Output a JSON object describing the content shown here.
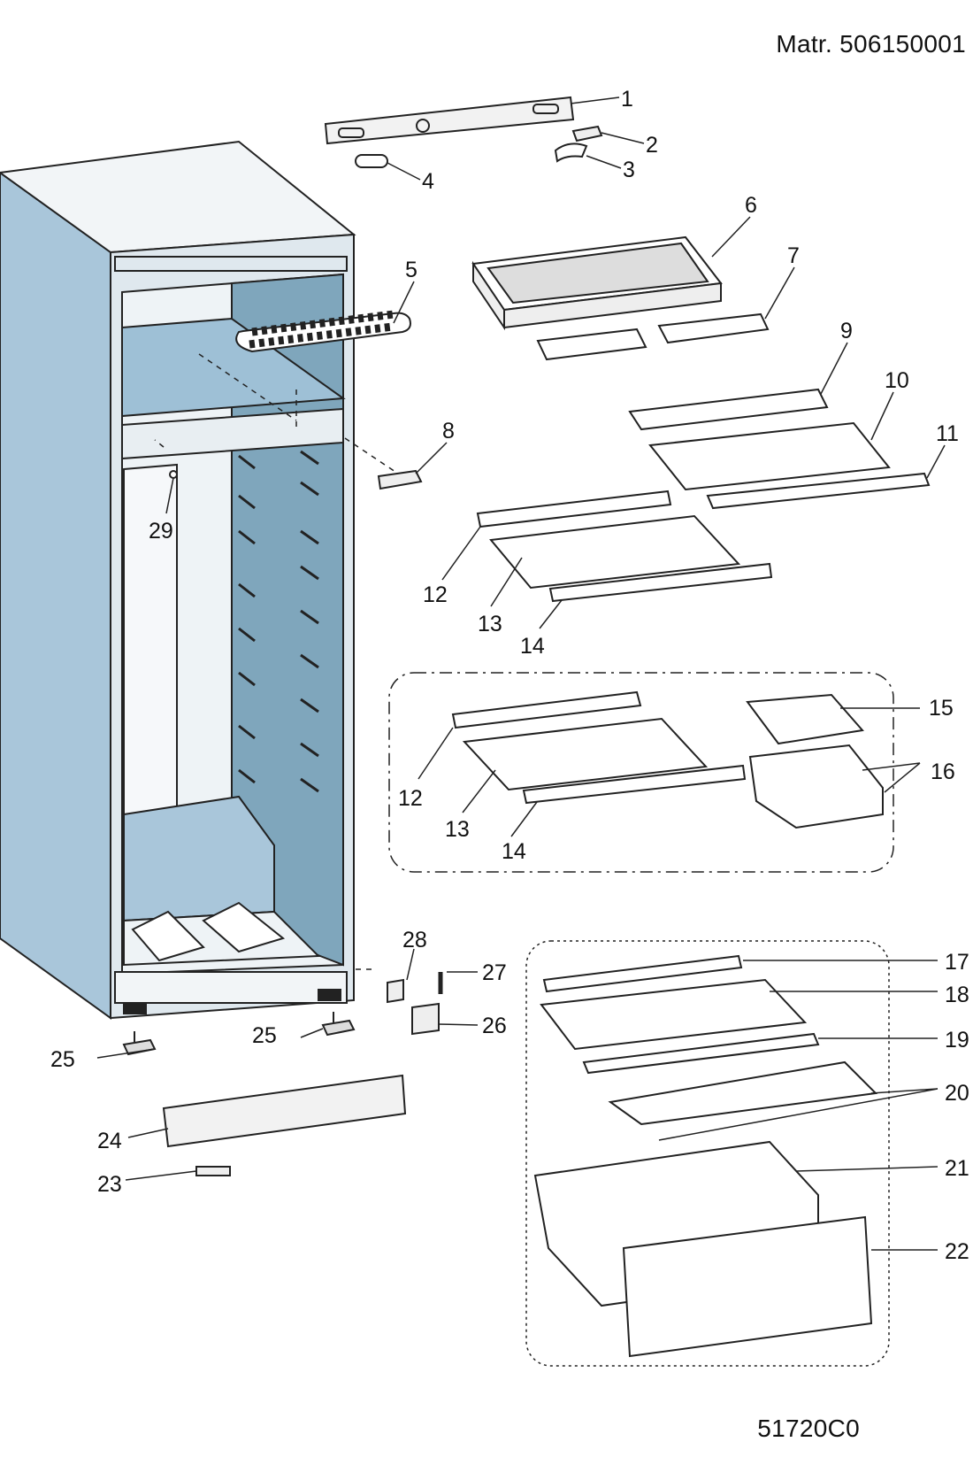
{
  "header": {
    "material_number": "Matr. 506150001"
  },
  "footer": {
    "drawing_code": "51720C0"
  },
  "callouts": [
    {
      "num": "1"
    },
    {
      "num": "2"
    },
    {
      "num": "3"
    },
    {
      "num": "4"
    },
    {
      "num": "5"
    },
    {
      "num": "6"
    },
    {
      "num": "7"
    },
    {
      "num": "8"
    },
    {
      "num": "9"
    },
    {
      "num": "10"
    },
    {
      "num": "11"
    },
    {
      "num": "12"
    },
    {
      "num": "13"
    },
    {
      "num": "14"
    },
    {
      "num": "29"
    },
    {
      "num": "12"
    },
    {
      "num": "13"
    },
    {
      "num": "14"
    },
    {
      "num": "15"
    },
    {
      "num": "16"
    },
    {
      "num": "28"
    },
    {
      "num": "27"
    },
    {
      "num": "26"
    },
    {
      "num": "25"
    },
    {
      "num": "25"
    },
    {
      "num": "24"
    },
    {
      "num": "23"
    },
    {
      "num": "17"
    },
    {
      "num": "18"
    },
    {
      "num": "19"
    },
    {
      "num": "20"
    },
    {
      "num": "21"
    },
    {
      "num": "22"
    }
  ]
}
